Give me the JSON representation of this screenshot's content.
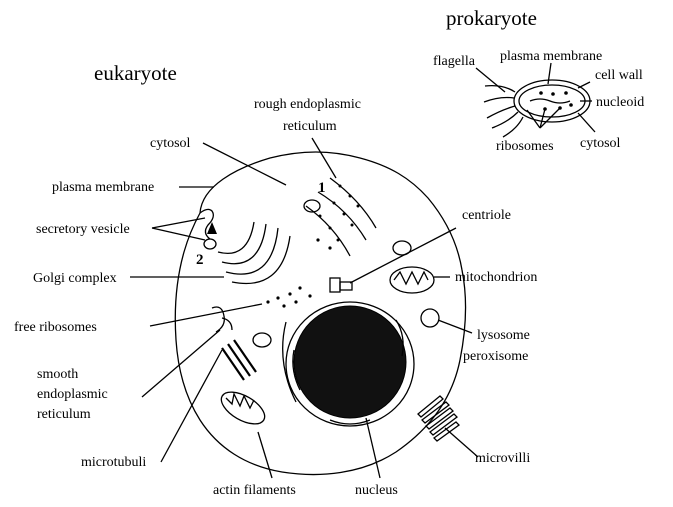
{
  "titles": {
    "eukaryote": "eukaryote",
    "prokaryote": "prokaryote"
  },
  "steps": {
    "one": "1",
    "two": "2"
  },
  "prokaryote_labels": {
    "flagella": "flagella",
    "plasma_membrane": "plasma membrane",
    "cell_wall": "cell wall",
    "nucleoid": "nucleoid",
    "ribosomes": "ribosomes",
    "cytosol": "cytosol"
  },
  "eukaryote_labels": {
    "rough_er_line1": "rough endoplasmic",
    "rough_er_line2": "reticulum",
    "cytosol": "cytosol",
    "plasma_membrane": "plasma membrane",
    "secretory_vesicle": "secretory vesicle",
    "golgi_complex": "Golgi complex",
    "free_ribosomes": "free ribosomes",
    "smooth_er_line1": "smooth",
    "smooth_er_line2": "endoplasmic",
    "smooth_er_line3": "reticulum",
    "microtubuli": "microtubuli",
    "actin_filaments": "actin filaments",
    "nucleus": "nucleus",
    "centriole": "centriole",
    "mitochondrion": "mitochondrion",
    "lysosome": "lysosome",
    "peroxisome": "peroxisome",
    "microvilli": "microvilli"
  }
}
